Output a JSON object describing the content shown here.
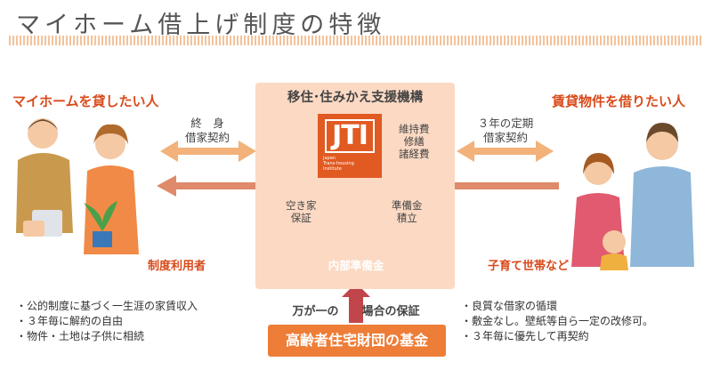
{
  "title": "マイホーム借上げ制度の特徴",
  "owner_side": {
    "heading": "マイホームを貸したい人",
    "sublabel": "制度利用者",
    "bullets": [
      "・公的制度に基づく一生涯の家賃収入",
      "・３年毎に解約の自由",
      "・物件・土地は子供に相続"
    ]
  },
  "tenant_side": {
    "heading": "賃貸物件を借りたい人",
    "sublabel": "子育て世帯など",
    "bullets": [
      "・良質な借家の循環",
      "・敷金なし。壁紙等自ら一定の改修可。",
      "・３年毎に優先して再契約"
    ]
  },
  "center": {
    "org_name": "移住･住みかえ支援機構",
    "logo_text": "JTI",
    "logo_subtext": [
      "Japan",
      "Trans-housing",
      "Institute"
    ],
    "costs_label": [
      "維持費",
      "修繕",
      "諸経費"
    ],
    "vacancy_label": [
      "空き家",
      "保証"
    ],
    "reserve_accum_label": [
      "準備金",
      "積立"
    ],
    "reserve_fund_label": "内部準備金"
  },
  "left_contract_label": [
    "終　身",
    "借家契約"
  ],
  "right_contract_label": [
    "３年の定期",
    "借家契約"
  ],
  "guarantee_label": "万が一の　　場合の保証",
  "foundation_label": "高齢者住宅財団の基金",
  "colors": {
    "accent": "#e15a22",
    "arrow": "#f2b27a",
    "arrow_dark": "#df8a6a",
    "center_bg": "#fbd9c3",
    "foundation_bg": "#ee7d37"
  }
}
